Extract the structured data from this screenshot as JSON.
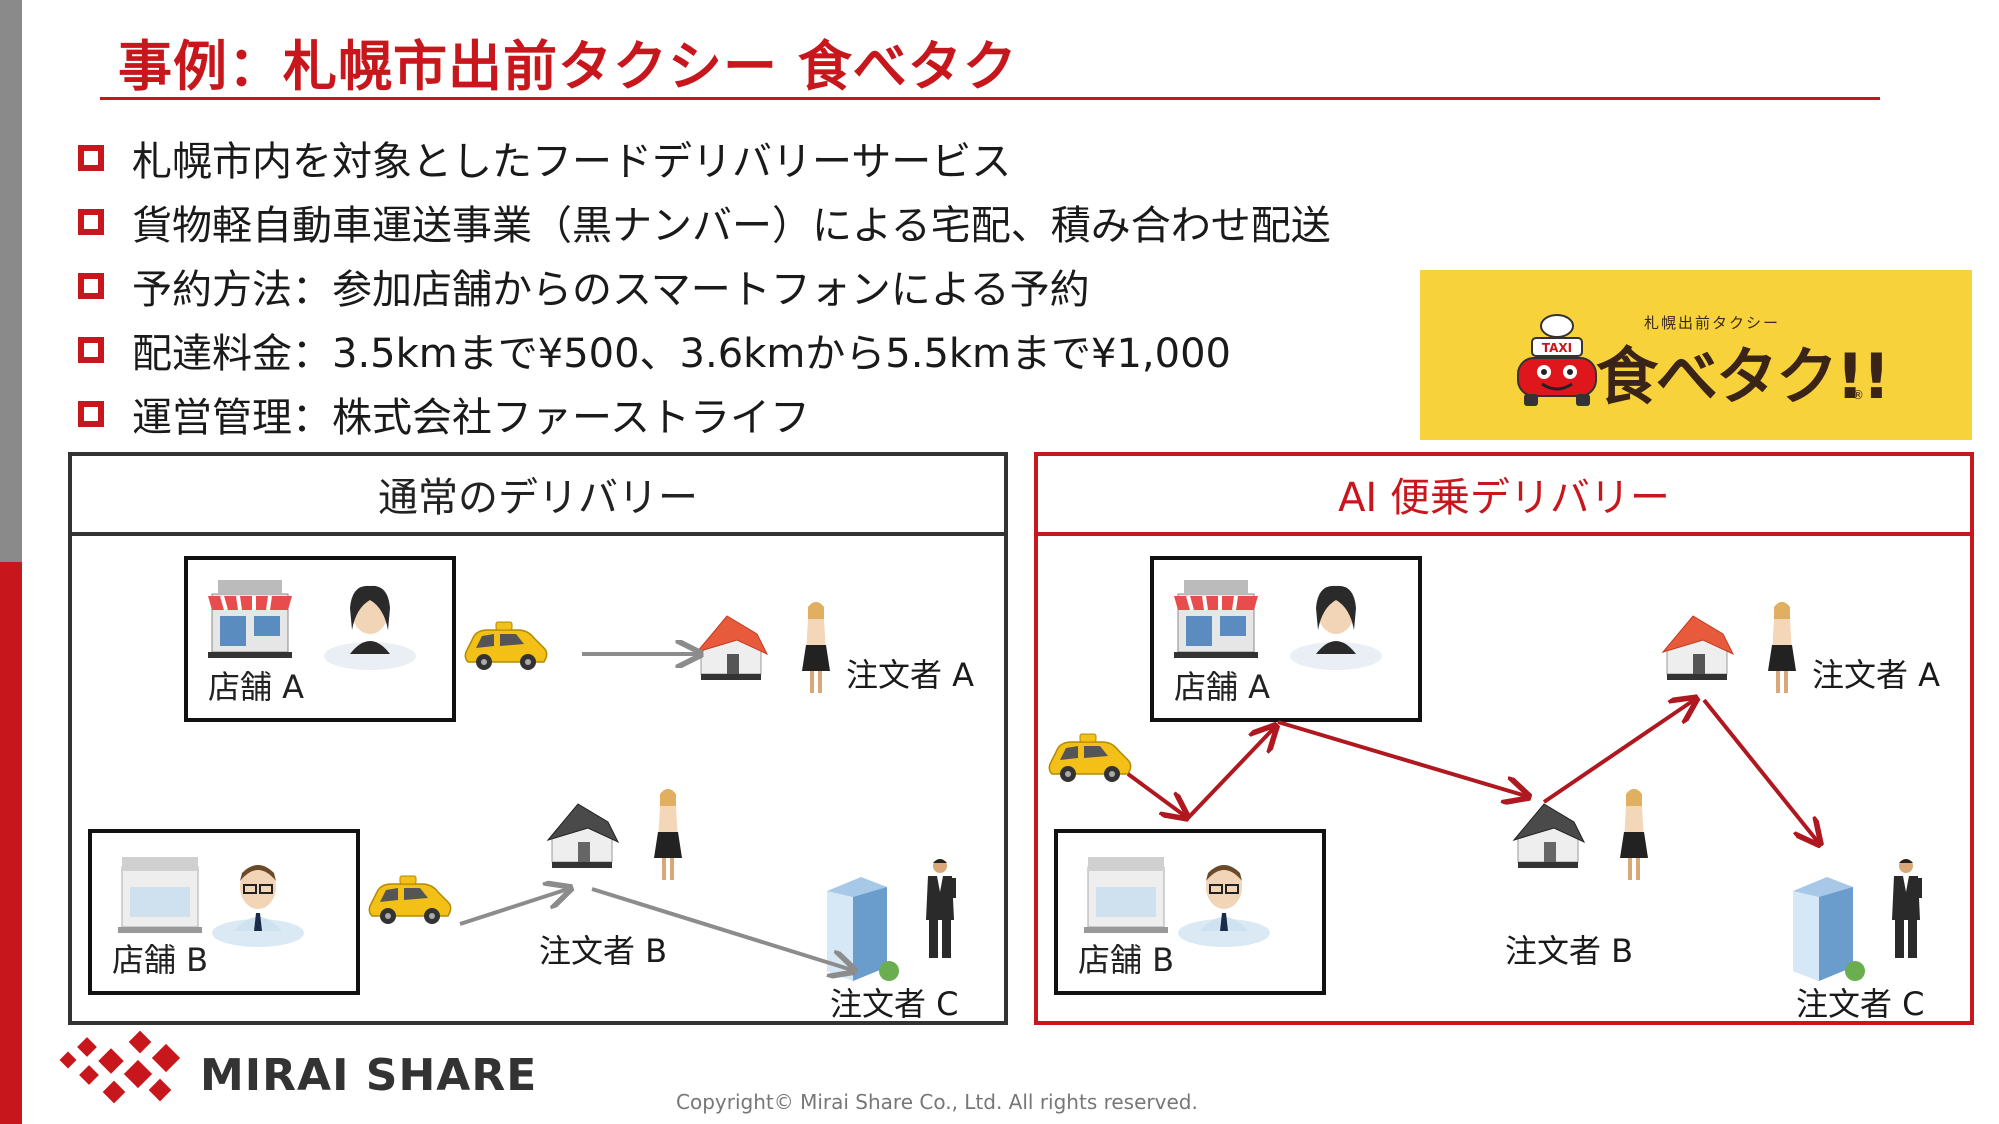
{
  "title": "事例：札幌市出前タクシー 食べタク",
  "bullets": [
    "札幌市内を対象としたフードデリバリーサービス",
    "貨物軽自動車運送事業（黒ナンバー）による宅配、積み合わせ配送",
    "予約方法：参加店舗からのスマートフォンによる予約",
    "配達料金：3.5kmまで¥500、3.6kmから5.5kmまで¥1,000",
    "運営管理：株式会社ファーストライフ"
  ],
  "logo": {
    "subtitle": "札幌出前タクシー",
    "name": "食べタク!!",
    "taxi_sign": "TAXI",
    "registered": "®"
  },
  "normal_panel": {
    "title": "通常のデリバリー",
    "store_a": "店舗 A",
    "store_b": "店舗 B",
    "customer_a": "注文者 A",
    "customer_b": "注文者 B",
    "customer_c": "注文者 C"
  },
  "ai_panel": {
    "title": "AI 便乗デリバリー",
    "store_a": "店舗 A",
    "store_b": "店舗 B",
    "customer_a": "注文者 A",
    "customer_b": "注文者 B",
    "customer_c": "注文者 C"
  },
  "footer": {
    "brand": "MIRAI SHARE",
    "copyright": "Copyright© Mirai Share Co., Ltd. All rights reserved."
  },
  "colors": {
    "accent": "#c8161d",
    "logo_bg": "#f7d23b",
    "taxi": "#f3c018",
    "arrow_gray": "#8c8c8c"
  }
}
